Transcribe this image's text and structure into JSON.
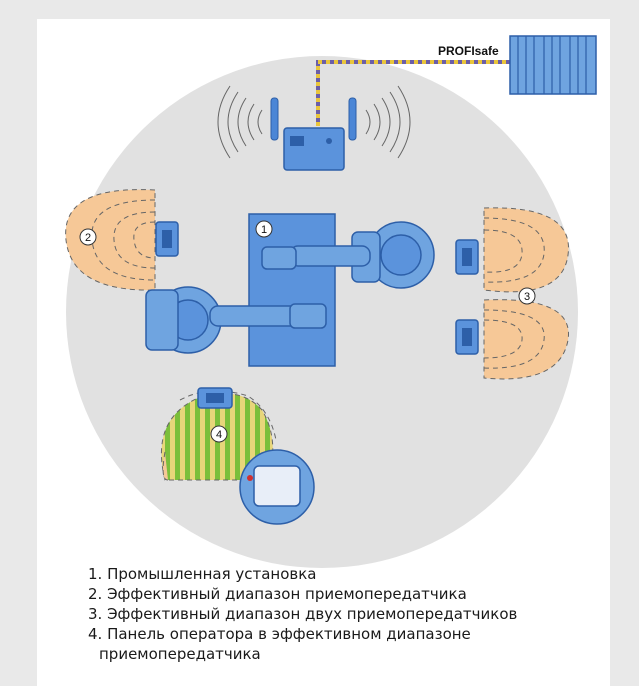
{
  "diagram": {
    "network_label": "PROFIsafe",
    "callouts": [
      "1",
      "2",
      "3",
      "4"
    ]
  },
  "legend": {
    "items": [
      "1. Промышленная установка",
      "2. Эффективный диапазон приемопередатчика",
      "3. Эффективный диапазон двух приемопередатчиков",
      "4. Панель оператора в эффективном диапазоне"
    ],
    "item4_continuation": "приемопередатчика"
  },
  "colors": {
    "robot_blue": "#4b86d6",
    "range_orange": "#f6c897",
    "operator_green": "#7bbf3a",
    "stripe_yellow": "#e7d67a",
    "cable_purple": "#6b5ea8",
    "zone_gray": "#e1e1e1"
  }
}
